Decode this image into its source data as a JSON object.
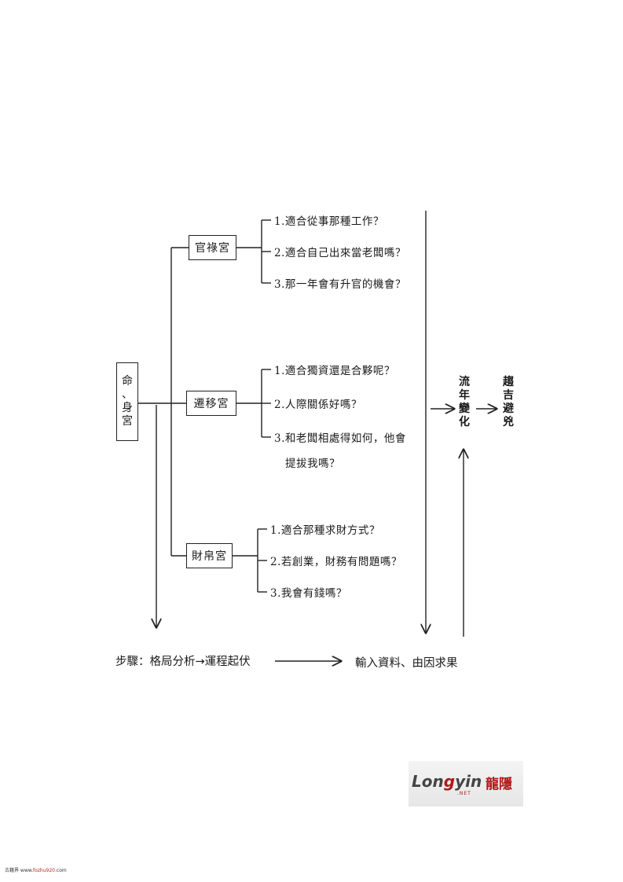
{
  "root": {
    "chars": [
      "命",
      "、",
      "身",
      "宮"
    ]
  },
  "branches": [
    {
      "label": "官祿宮",
      "questions": [
        "1.適合從事那種工作？",
        "2.適合自己出來當老闆嗎？",
        "3.那一年會有升官的機會？"
      ]
    },
    {
      "label": "遷移宮",
      "questions": [
        "1.適合獨資還是合夥呢？",
        "2.人際關係好嗎？",
        "3.和老闆相處得如何，他會"
      ],
      "continuation": "提拔我嗎？"
    },
    {
      "label": "財帛宮",
      "questions": [
        "1.適合那種求財方式？",
        "2.若創業，財務有問題嗎？",
        "3.我會有錢嗎？"
      ]
    }
  ],
  "flow": {
    "annual_chars": [
      "流",
      "年",
      "變",
      "化"
    ],
    "avoid_chars": [
      "趨",
      "吉",
      "避",
      "兇"
    ]
  },
  "bottom": {
    "steps": "步驟：格局分析→運程起伏",
    "result": "輸入資料、由因求果"
  },
  "watermark": {
    "logo_pre": "Lon",
    "logo_g": "g",
    "logo_post": "yin",
    "logo_net": ".NET",
    "logo_cn": "龍隱"
  },
  "footer": {
    "prefix": "古籍界 www.",
    "site": "fozhu920",
    "suffix": ".com"
  }
}
